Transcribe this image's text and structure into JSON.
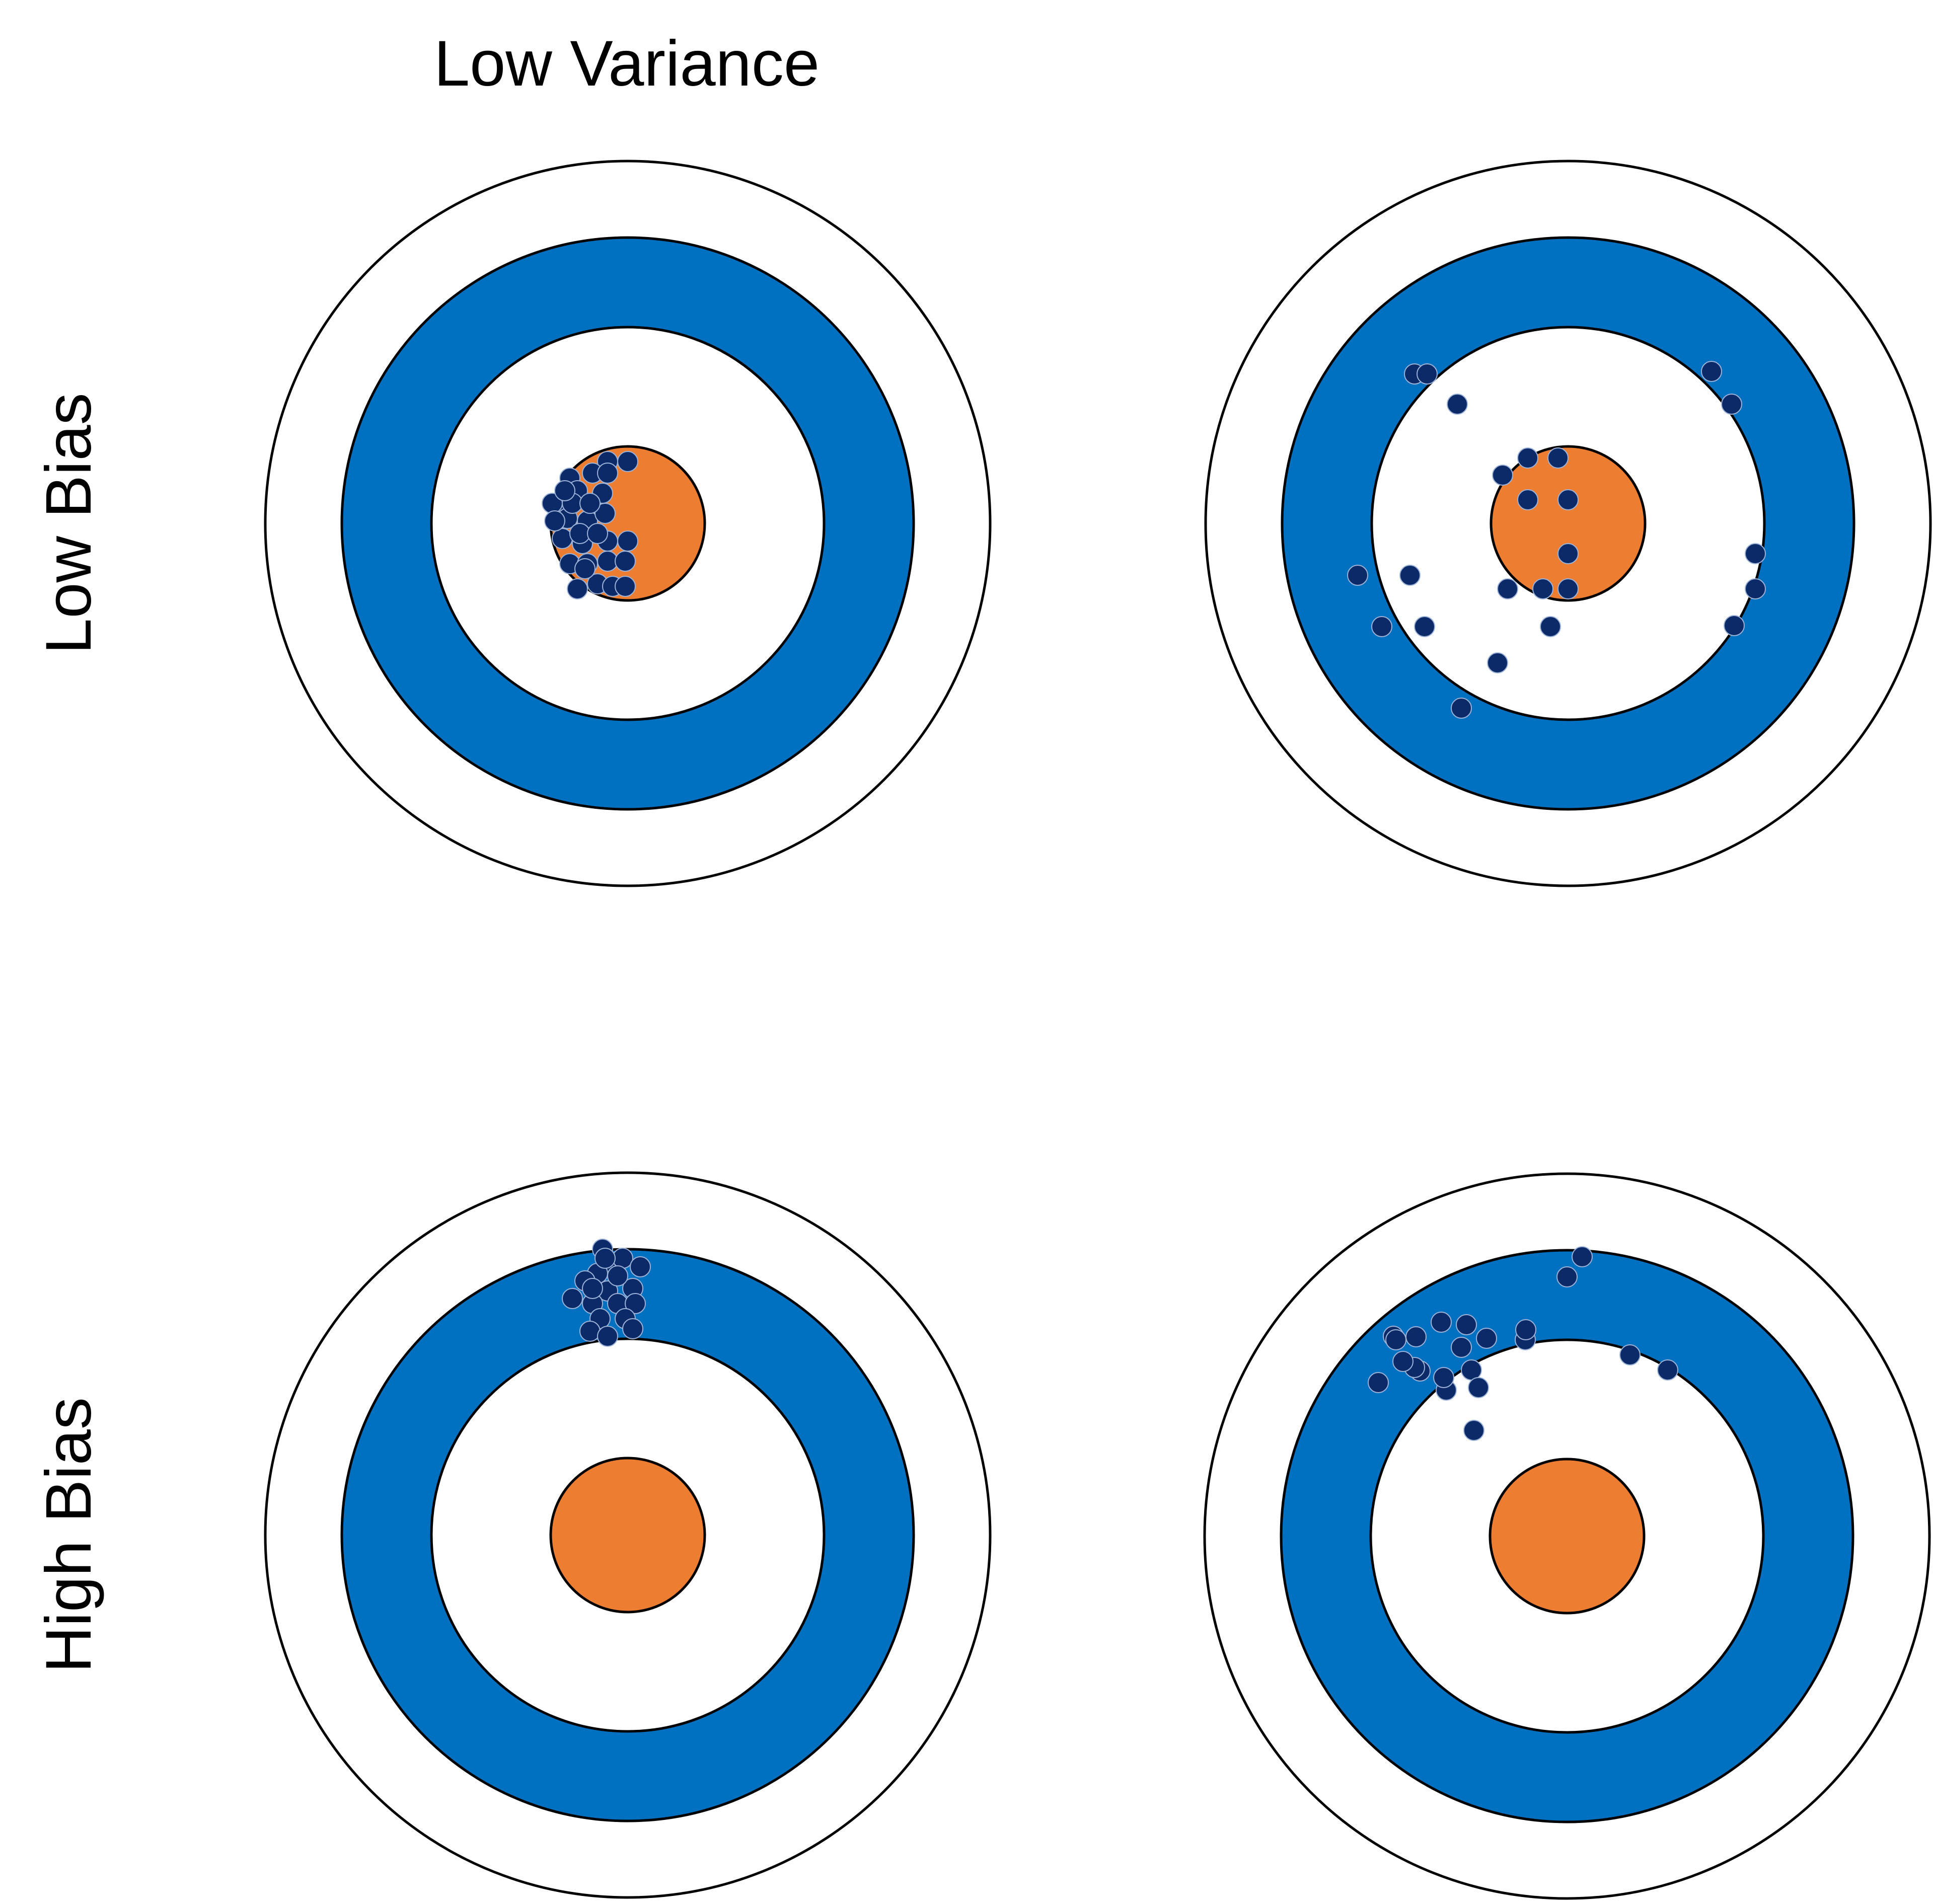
{
  "labels": {
    "column_low_variance": "Low Variance",
    "row_low_bias": "Low Bias",
    "row_high_bias": "High Bias"
  },
  "colors": {
    "outer_ring": "#ffffff",
    "blue_ring": "#0070c0",
    "inner_ring": "#ffffff",
    "bullseye": "#ed7d31",
    "hit": "#0d2a68",
    "outline": "#000000"
  },
  "targets": [
    {
      "id": "low-bias-low-variance",
      "hits": 31
    },
    {
      "id": "low-bias-high-variance",
      "hits": 24
    },
    {
      "id": "high-bias-low-variance",
      "hits": 20
    },
    {
      "id": "high-bias-high-variance",
      "hits": 22
    }
  ]
}
